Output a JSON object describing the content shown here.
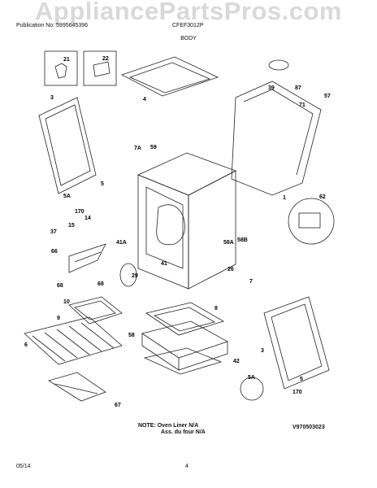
{
  "watermark": "AppliancePartsPros.com",
  "header": {
    "publication": "Publication No: 5995645396",
    "model": "CFEF3012P"
  },
  "section_title": "BODY",
  "callouts": {
    "c21": "21",
    "c22": "22",
    "c4": "4",
    "c39": "39",
    "c87": "87",
    "c71": "71",
    "c57": "57",
    "c3": "3",
    "c59": "59",
    "c7a": "7A",
    "c5": "5",
    "c5a": "5A",
    "c170": "170",
    "c14": "14",
    "c15": "15",
    "c37": "37",
    "c1": "1",
    "c62": "62",
    "c58a": "58A",
    "c58b": "58B",
    "c41a": "41A",
    "c41": "41",
    "c29": "29",
    "c26": "26",
    "c7": "7",
    "c66": "66",
    "c68": "68",
    "c68b": "68",
    "c10": "10",
    "c9": "9",
    "c6": "6",
    "c8": "8",
    "c58": "58",
    "c42": "42",
    "c3b": "3",
    "c5ab": "5A",
    "c5b": "5",
    "c170b": "170",
    "c67": "67"
  },
  "note": {
    "line1": "NOTE: Oven Liner N/A",
    "line2": "Ass. du four N/A"
  },
  "diagram_code": "V970503023",
  "footer": {
    "date": "05/14",
    "page": "4"
  }
}
